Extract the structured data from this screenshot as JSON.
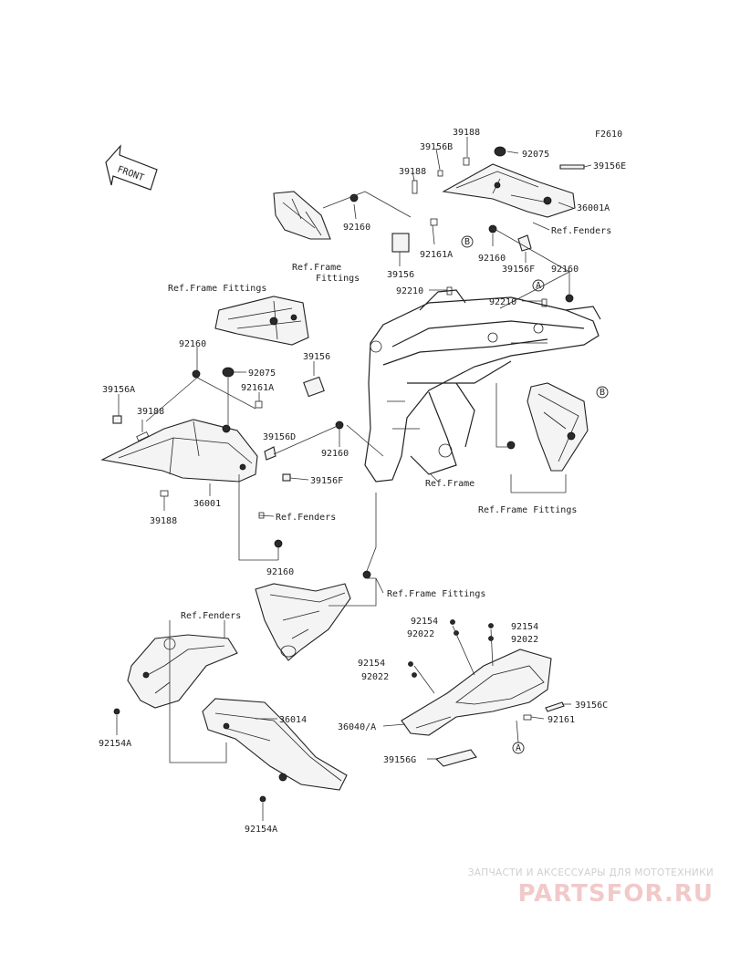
{
  "figure_code": "F2610",
  "front_label": "FRONT",
  "callouts": {
    "A": "A",
    "B": "B"
  },
  "part_labels": {
    "p39188_top": "39188",
    "p39156B": "39156B",
    "p92075_top": "92075",
    "p39188_mid": "39188",
    "p39156E": "39156E",
    "p36001A": "36001A",
    "p92160_a": "92160",
    "ref_fenders_top": "Ref.Fenders",
    "p92161A_top": "92161A",
    "p92160_b": "92160",
    "ref_frame_fittings_top_1": "Ref.Frame",
    "ref_frame_fittings_top_2": "Fittings",
    "p39156_top": "39156",
    "p39156F_top": "39156F",
    "p92160_c": "92160",
    "p92210_a": "92210",
    "p92210_b": "92210",
    "ref_frame_fittings_left": "Ref.Frame Fittings",
    "p92160_d": "92160",
    "p92075_left": "92075",
    "p39156_left": "39156",
    "p92161A_left": "92161A",
    "p39156A": "39156A",
    "p39188_left": "39188",
    "p39156D": "39156D",
    "p92160_e": "92160",
    "p39156F_left": "39156F",
    "ref_frame": "Ref.Frame",
    "p36001": "36001",
    "p39188_bottom": "39188",
    "ref_fenders_mid": "Ref.Fenders",
    "ref_frame_fittings_right": "Ref.Frame Fittings",
    "p92160_f": "92160",
    "ref_frame_fittings_mid": "Ref.Frame Fittings",
    "ref_fenders_low": "Ref.Fenders",
    "p92154_a": "92154",
    "p92022_a": "92022",
    "p92154_b": "92154",
    "p92022_b": "92022",
    "p92154_c": "92154",
    "p92022_c": "92022",
    "p36014": "36014",
    "p36040A": "36040/A",
    "p39156C": "39156C",
    "p92161": "92161",
    "p92154A_left": "92154A",
    "p39156G": "39156G",
    "p92154A_bottom": "92154A"
  },
  "watermark": {
    "caption": "ЗАПЧАСТИ И АКСЕССУАРЫ ДЛЯ МОТОТЕХНИКИ",
    "brand": "PARTSFOR.RU"
  }
}
